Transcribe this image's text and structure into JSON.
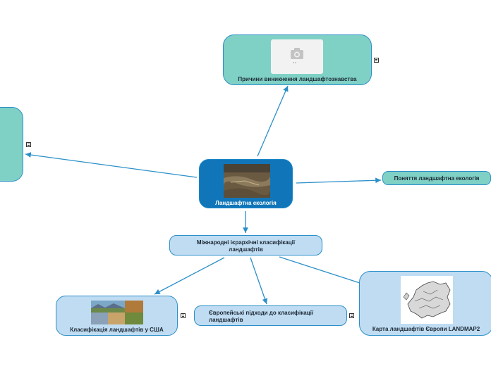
{
  "center": {
    "label": "Ландшафтна екологія",
    "image": "landscape-photo"
  },
  "nodes": {
    "causes": {
      "label": "Причини виникнення ландшафтознавства",
      "image": "camera-placeholder-icon"
    },
    "concept": {
      "label": "Поняття ландшафтна екологія"
    },
    "international": {
      "label": "Міжнародні ієрархічні класифікації ландшафтів"
    },
    "usa": {
      "label": "Класифікація ландшафтів у США",
      "image": "landscape-collage"
    },
    "europe_approaches": {
      "label": "Європейські підходи до класифікації ландшафтів"
    },
    "landmap": {
      "label": "Карта ландшафтів Європи LANDMAP2",
      "image": "europe-map"
    },
    "left": {
      "label": ""
    }
  },
  "colors": {
    "center": "#1076b9",
    "teal": "#7fd1c6",
    "blue": "#bfdcf2",
    "edge": "#2b8fc9"
  }
}
